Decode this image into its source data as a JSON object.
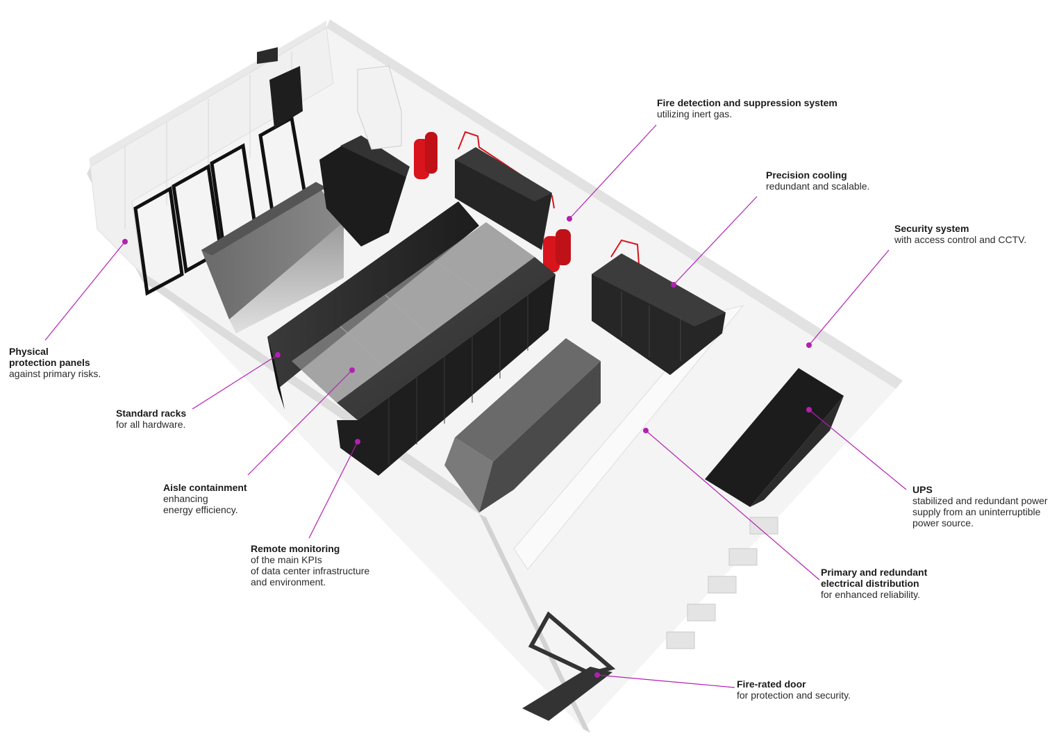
{
  "diagram": {
    "accent_color": "#b31fb3",
    "fire_red": "#d8141c",
    "callouts": [
      {
        "id": "fire-detection",
        "title": "Fire detection and suppression system",
        "desc": "utilizing inert gas."
      },
      {
        "id": "precision-cooling",
        "title": "Precision cooling",
        "desc": "redundant and scalable."
      },
      {
        "id": "security-system",
        "title": "Security system",
        "desc": "with access control and CCTV."
      },
      {
        "id": "physical-protection",
        "title": "Physical\nprotection panels",
        "desc": "against primary risks."
      },
      {
        "id": "standard-racks",
        "title": "Standard racks",
        "desc": "for all hardware."
      },
      {
        "id": "ups",
        "title": "UPS",
        "desc": "stabilized and redundant power\nsupply from an uninterruptible\npower source."
      },
      {
        "id": "aisle-containment",
        "title": "Aisle containment",
        "desc": "enhancing\nenergy efficiency."
      },
      {
        "id": "remote-monitoring",
        "title": "Remote monitoring",
        "desc": "of the main KPIs\nof data center infrastructure\nand environment."
      },
      {
        "id": "electrical-distribution",
        "title": "Primary and redundant\nelectrical distribution",
        "desc": "for enhanced reliability."
      },
      {
        "id": "fire-rated-door",
        "title": "Fire-rated door",
        "desc": "for protection and security."
      }
    ]
  }
}
